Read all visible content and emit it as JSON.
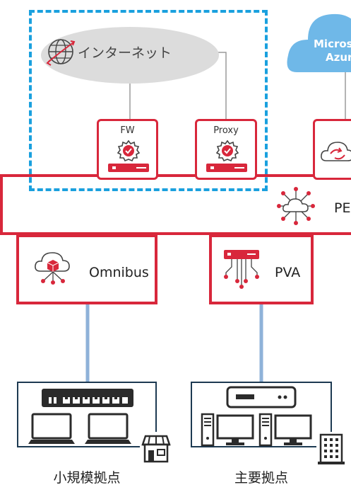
{
  "internet": {
    "label": "インターネット"
  },
  "fw": {
    "label": "FW"
  },
  "proxy": {
    "label": "Proxy"
  },
  "azure": {
    "line1": "Micros",
    "line2": "Azur"
  },
  "pe": {
    "label": "PE"
  },
  "omnibus": {
    "label": "Omnibus"
  },
  "pva": {
    "label": "PVA"
  },
  "sites": [
    {
      "label": "小規模拠点"
    },
    {
      "label": "主要拠点"
    }
  ],
  "colors": {
    "accent_red": "#d8273b",
    "dashed_blue": "#1aa0de",
    "azure_blue": "#6fb8e8",
    "link_blue": "#8fb2d9",
    "cloud_gray": "#dcdcdc",
    "dark_navy": "#1d3a52"
  }
}
